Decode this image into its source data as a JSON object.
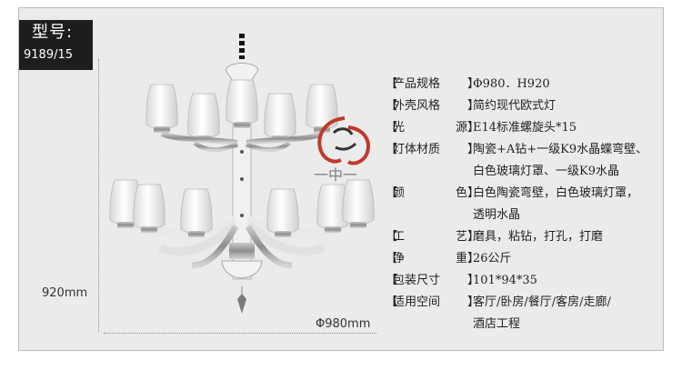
{
  "model": {
    "label": "型号:",
    "number": "9189/15"
  },
  "dimensions": {
    "height": "920mm",
    "width": "Φ980mm"
  },
  "specs": [
    {
      "label": "产品规格",
      "value": "Φ980．H920"
    },
    {
      "label": "外壳风格",
      "value": "简约现代欧式灯"
    },
    {
      "label": "光      源",
      "value": "E14标准螺旋头*15"
    },
    {
      "label": "灯体材质",
      "value": "陶瓷+A钻+一级K9水晶蝶弯壁、\n白色玻璃灯罩、一级K9水晶"
    },
    {
      "label": "颜      色",
      "value": "白色陶瓷弯壁，白色玻璃灯罩，\n透明水晶"
    },
    {
      "label": "工      艺",
      "value": "磨具，粘钻，打孔，打磨"
    },
    {
      "label": "净      重",
      "value": "26公斤"
    },
    {
      "label": "包装尺寸",
      "value": "101*94*35"
    },
    {
      "label": "适用空间",
      "value": "客厅/卧房/餐厅/客房/走廊/\n酒店工程"
    }
  ],
  "watermark": {
    "text": "一中一"
  },
  "colors": {
    "panel": "#ebebeb",
    "badge": "#1d1d1d",
    "logo_red": "#c0392b"
  }
}
